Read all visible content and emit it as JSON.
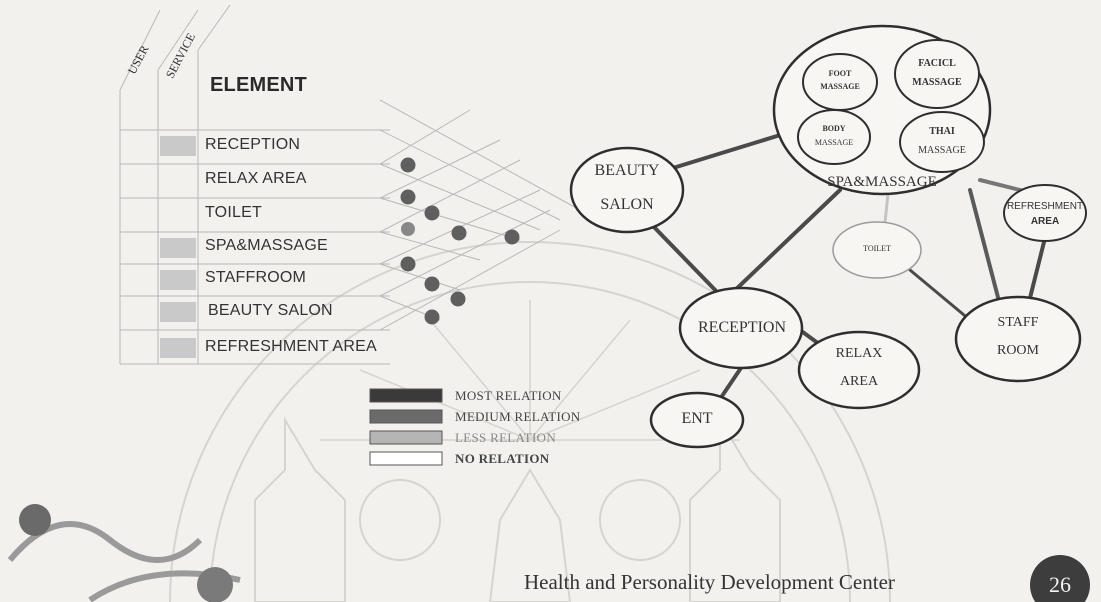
{
  "matrix": {
    "header_user": "USER",
    "header_service": "SERVICE",
    "header_element": "ELEMENT",
    "rows": [
      {
        "label": "RECEPTION",
        "service_mark": true
      },
      {
        "label": "RELAX AREA",
        "service_mark": false
      },
      {
        "label": "TOILET",
        "service_mark": false
      },
      {
        "label": "SPA&MASSAGE",
        "service_mark": true
      },
      {
        "label": "STAFFROOM",
        "service_mark": true
      },
      {
        "label": "BEAUTY SALON",
        "service_mark": true
      },
      {
        "label": "REFRESHMENT AREA",
        "service_mark": true
      }
    ]
  },
  "legend": [
    {
      "label": "MOST RELATION",
      "color": "#3a3a3a"
    },
    {
      "label": "MEDIUM RELATION",
      "color": "#6b6b6b"
    },
    {
      "label": "LESS RELATION",
      "color": "#b5b5b5"
    },
    {
      "label": "NO RELATION",
      "color": "#ffffff"
    }
  ],
  "bubble": {
    "spa_massage": "SPA&MASSAGE",
    "foot_massage": [
      "FOOT",
      "MASSAGE"
    ],
    "facial_massage": [
      "FACICL",
      "MASSAGE"
    ],
    "body_massage": [
      "BODY",
      "MASSAGE"
    ],
    "thai_massage": [
      "THAI",
      "MASSAGE"
    ],
    "beauty_salon": [
      "BEAUTY",
      "SALON"
    ],
    "refreshment_area": [
      "REFRESHMENT",
      "AREA"
    ],
    "toilet": "TOILET",
    "staff_room": [
      "STAFF",
      "ROOM"
    ],
    "reception": "RECEPTION",
    "relax_area": [
      "RELAX",
      "AREA"
    ],
    "entrance": "ENT"
  },
  "footer": {
    "center_name": "Health and Personality Development Center",
    "page_number": "26"
  },
  "colors": {
    "line_dark": "#4a4a4a",
    "line_light": "#c4c4c4",
    "dot": "#5c5c5c",
    "watermark": "#d8d6d0"
  }
}
